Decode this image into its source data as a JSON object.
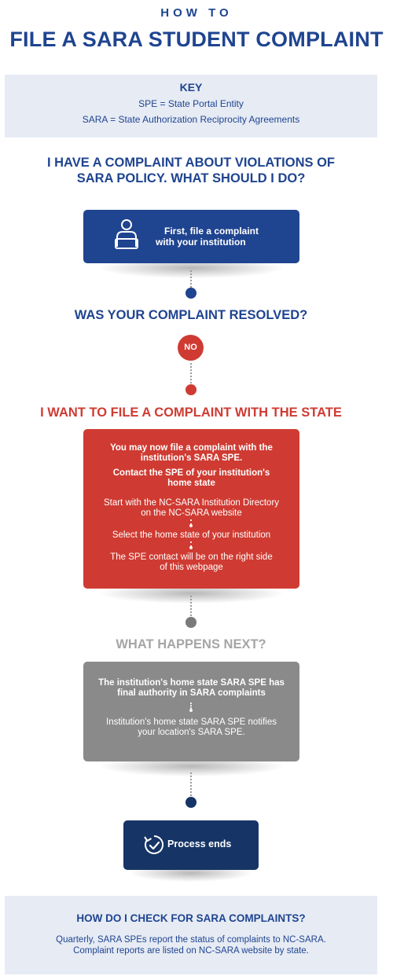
{
  "header": {
    "kicker": "HOW TO",
    "title": "FILE A SARA STUDENT COMPLAINT"
  },
  "key": {
    "title": "KEY",
    "lines": [
      "SPE = State Portal Entity",
      "SARA = State Authorization Reciprocity Agreements"
    ]
  },
  "question1": [
    "I HAVE A COMPLAINT ABOUT VIOLATIONS OF",
    "SARA POLICY. WHAT SHOULD I DO?"
  ],
  "step1": {
    "icon": "person-at-laptop-icon",
    "lines": [
      "First, file a complaint",
      "with your institution"
    ]
  },
  "question2": "WAS YOUR COMPLAINT RESOLVED?",
  "answer": "NO",
  "heading_state": "I WANT TO FILE A COMPLAINT WITH THE STATE",
  "state_box": {
    "intro": [
      "You may now file a complaint with the",
      "institution's SARA SPE."
    ],
    "contact": [
      "Contact the SPE of your institution's",
      "home state"
    ],
    "steps": [
      [
        "Start with the NC-SARA Institution Directory",
        "on the NC-SARA website"
      ],
      [
        "Select the home state of your institution"
      ],
      [
        "The SPE contact will be on the right side",
        "of this webpage"
      ]
    ]
  },
  "heading_next": "WHAT HAPPENS NEXT?",
  "next_box": {
    "first": [
      "The institution's home state SARA SPE has",
      "final authority in SARA complaints"
    ],
    "second": [
      "Institution's home state SARA SPE notifies",
      "your location's SARA SPE."
    ]
  },
  "end": {
    "icon": "circular-check-icon",
    "label": "Process ends"
  },
  "footer": {
    "title": "HOW DO I CHECK FOR SARA COMPLAINTS?",
    "lines": [
      "Quarterly, SARA SPEs report the status of complaints to NC-SARA.",
      "Complaint reports are listed on NC-SARA website by state."
    ]
  },
  "colors": {
    "blue": "#1f4490",
    "red": "#cf3b32",
    "gray": "#8a8a8a",
    "navy": "#163566",
    "light_panel": "#e6ebf4"
  }
}
